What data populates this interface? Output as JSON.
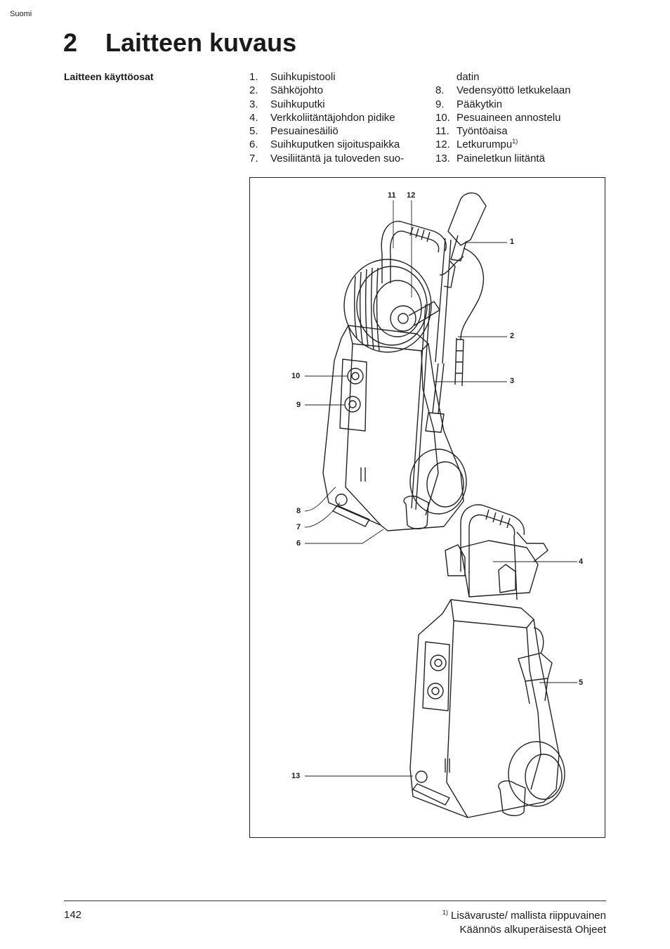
{
  "header": {
    "language": "Suomi"
  },
  "title": {
    "number": "2",
    "text": "Laitteen kuvaus"
  },
  "section_label": "Laitteen käyttöosat",
  "parts_list": {
    "col1": [
      {
        "num": "1.",
        "label": "Suihkupistooli"
      },
      {
        "num": "2.",
        "label": "Sähköjohto"
      },
      {
        "num": "3.",
        "label": "Suihkuputki"
      },
      {
        "num": "4.",
        "label": "Verkkoliitäntäjohdon pidike"
      },
      {
        "num": "5.",
        "label": "Pesuainesäiliö"
      },
      {
        "num": "6.",
        "label": "Suihkuputken sijoituspaikka"
      },
      {
        "num": "7.",
        "label": "Vesiliitäntä ja tuloveden suo-"
      }
    ],
    "col2_continuation": "datin",
    "col2": [
      {
        "num": "8.",
        "label": "Vedensyöttö letkukelaan"
      },
      {
        "num": "9.",
        "label": "Pääkytkin"
      },
      {
        "num": "10.",
        "label": "Pesuaineen annostelu"
      },
      {
        "num": "11.",
        "label": "Työntöaisa"
      },
      {
        "num": "12.",
        "label": "Letkurumpu",
        "sup": "1)"
      },
      {
        "num": "13.",
        "label": "Paineletkun liitäntä"
      }
    ]
  },
  "figure": {
    "callouts": {
      "c11": "11",
      "c12": "12",
      "c1": "1",
      "c2": "2",
      "c3": "3",
      "c10": "10",
      "c9": "9",
      "c8": "8",
      "c7": "7",
      "c6": "6",
      "c4": "4",
      "c5": "5",
      "c13": "13"
    }
  },
  "footer": {
    "page_number": "142",
    "note_sup": "1)",
    "note_text": "Lisävaruste/ mallista riippuvainen",
    "translation_note": "Käännös alkuperäisestä Ohjeet"
  }
}
